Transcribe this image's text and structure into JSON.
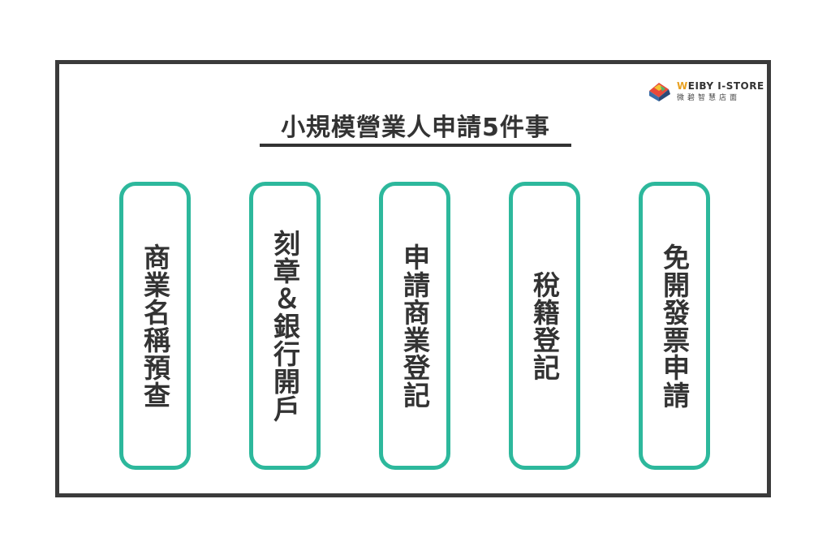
{
  "logo": {
    "brand_first": "W",
    "brand_rest": "EIBY I-STORE",
    "subtitle": "微碧智慧店面"
  },
  "title": "小規模營業人申請5件事",
  "steps": [
    {
      "label": "商業名稱預查"
    },
    {
      "label": "刻章＆銀行開戶"
    },
    {
      "label": "申請商業登記"
    },
    {
      "label": "稅籍登記"
    },
    {
      "label": "免開發票申請"
    }
  ],
  "colors": {
    "accent": "#2db89c",
    "frame": "#3b3b3b",
    "text": "#333333"
  }
}
